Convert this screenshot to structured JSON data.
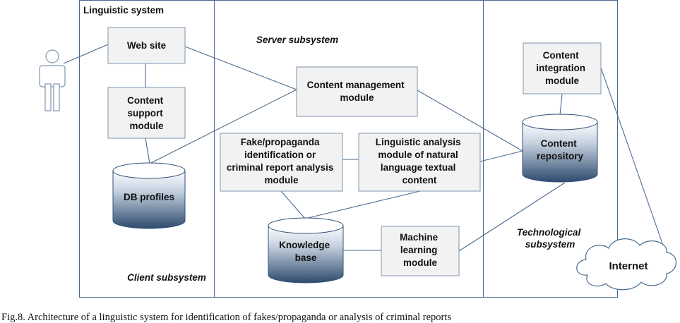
{
  "regions": {
    "linguistic_system": "Linguistic system",
    "server_subsystem": "Server subsystem",
    "client_subsystem": "Client subsystem",
    "technological_subsystem": [
      "Technological",
      "subsystem"
    ]
  },
  "modules": {
    "web_site": [
      "Web site"
    ],
    "content_support": [
      "Content",
      "support",
      "module"
    ],
    "content_management": [
      "Content management",
      "module"
    ],
    "fake_identification": [
      "Fake/propaganda",
      "identification or",
      "criminal report analysis",
      "module"
    ],
    "linguistic_analysis": [
      "Linguistic analysis",
      "module of natural",
      "language textual",
      "content"
    ],
    "machine_learning": [
      "Machine",
      "learning",
      "module"
    ],
    "content_integration": [
      "Content",
      "integration",
      "module"
    ]
  },
  "databases": {
    "db_profiles": [
      "DB profiles"
    ],
    "knowledge_base": [
      "Knowledge",
      "base"
    ],
    "content_repository": [
      "Content",
      "repository"
    ]
  },
  "cloud": {
    "internet": "Internet"
  },
  "caption": "Fig.8. Architecture of a linguistic system for identification of fakes/propaganda or analysis of criminal reports"
}
